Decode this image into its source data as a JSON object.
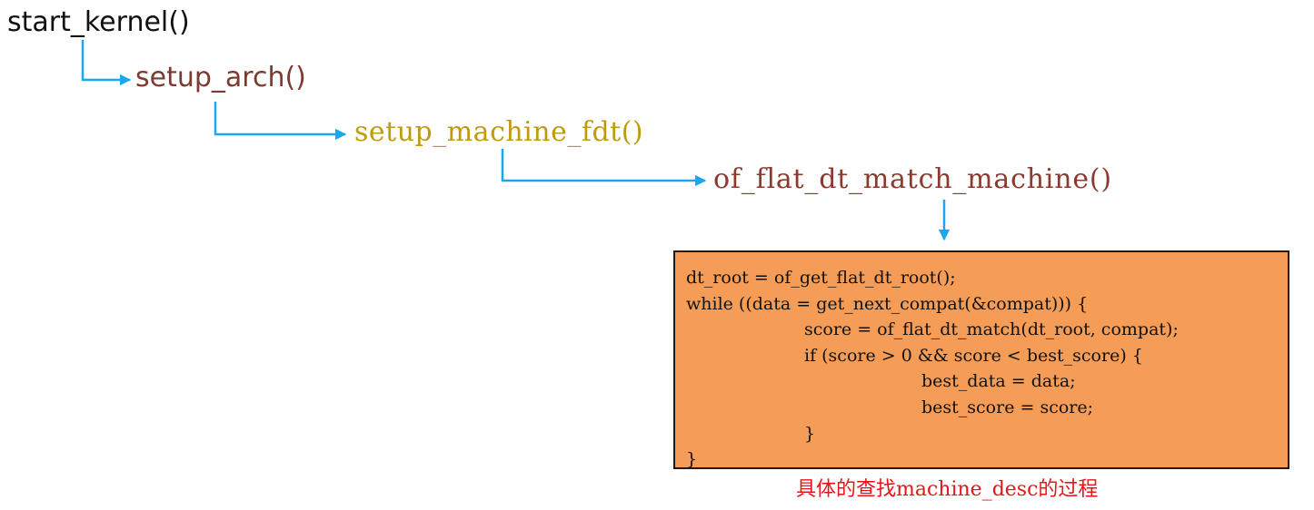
{
  "colors": {
    "arrow": "#1aa7ee",
    "start_text": "#111111",
    "setup_arch_text": "#7b3b30",
    "setup_machine_fdt_text": "#c09a10",
    "of_flat_text": "#8b3a2e",
    "code_box_fill": "#f59d56",
    "caption_text": "#e8141a"
  },
  "nodes": {
    "start_kernel": "start_kernel()",
    "setup_arch": "setup_arch()",
    "setup_machine_fdt": "setup_machine_fdt()",
    "of_flat_dt_match_machine": "of_flat_dt_match_machine()"
  },
  "code": {
    "lines": [
      "dt_root = of_get_flat_dt_root();",
      "while ((data = get_next_compat(&compat))) {",
      "score = of_flat_dt_match(dt_root, compat);",
      "if (score > 0 && score < best_score) {",
      "best_data = data;",
      "best_score = score;",
      "}",
      "}"
    ]
  },
  "caption": "具体的查找machine_desc的过程"
}
